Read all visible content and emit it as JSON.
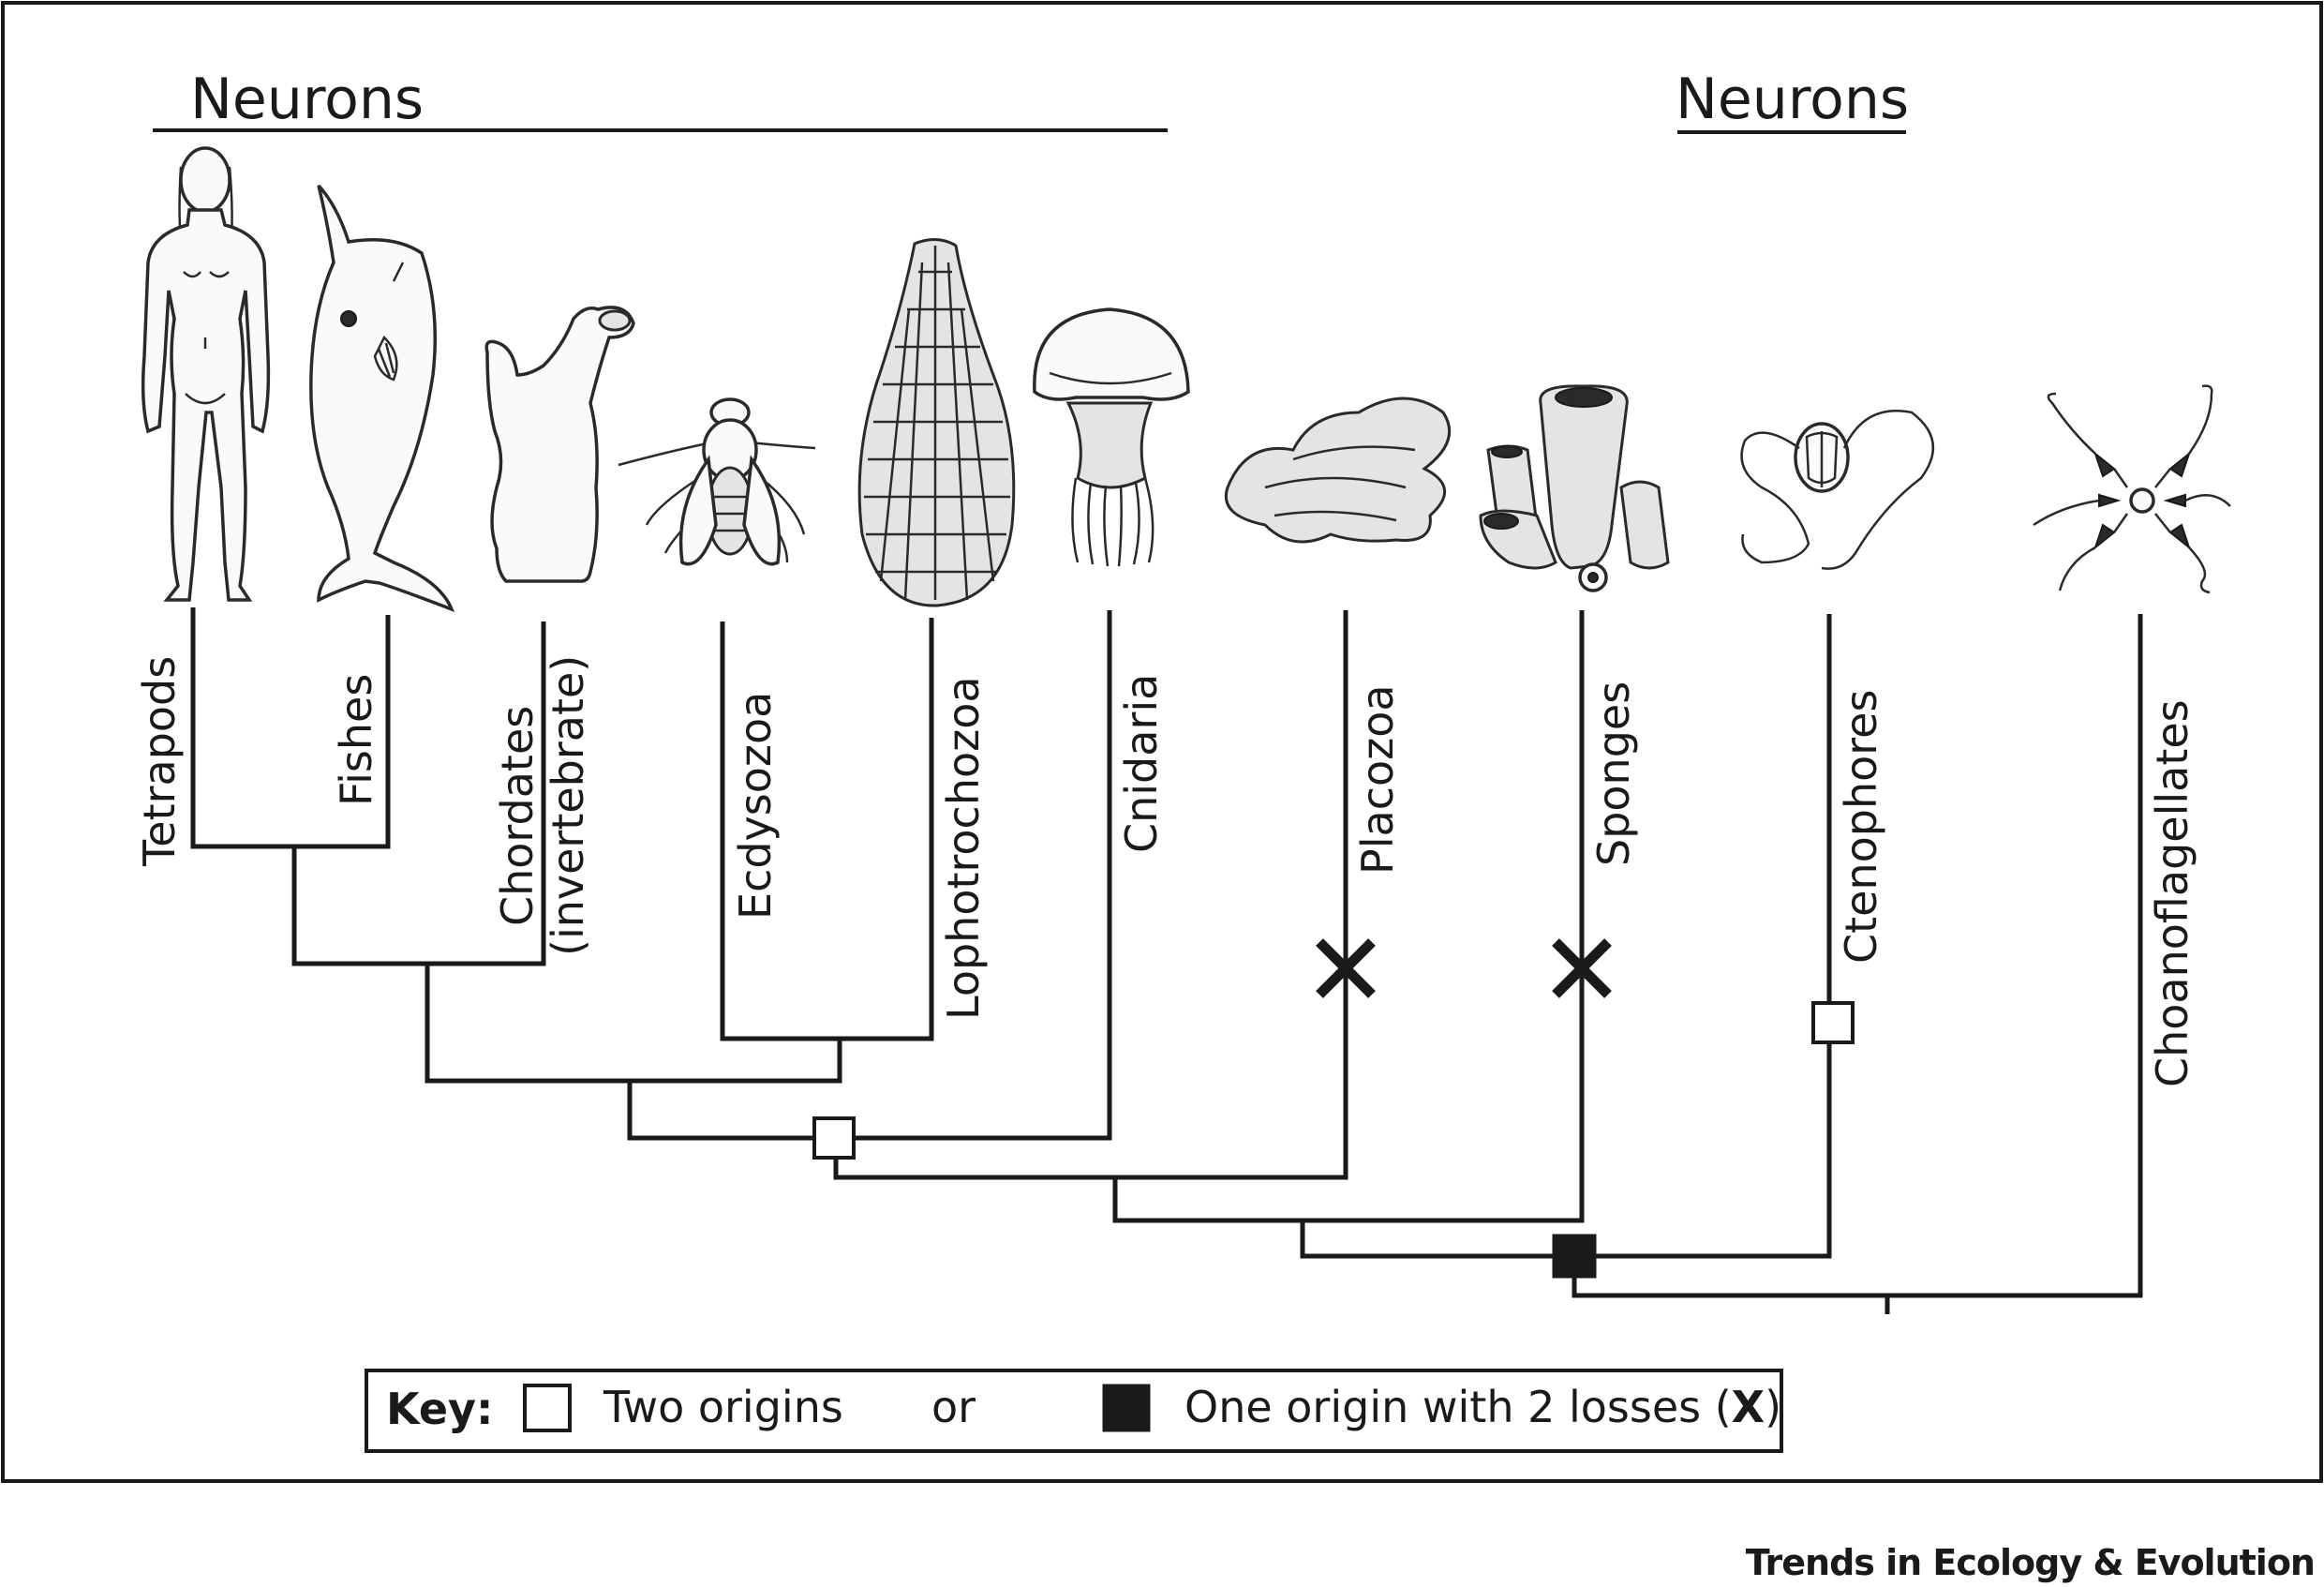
{
  "headers": {
    "left": "Neurons",
    "right": "Neurons"
  },
  "taxa": [
    {
      "label": "Tetrapods",
      "icon": "human-icon"
    },
    {
      "label": "Fishes",
      "icon": "fish-icon"
    },
    {
      "label": "Chordates",
      "label2": "(invertebrate)",
      "icon": "sea-squirt-icon"
    },
    {
      "label": "Ecdysozoa",
      "icon": "fly-icon"
    },
    {
      "label": "Lophotrochozoa",
      "icon": "bryozoan-icon"
    },
    {
      "label": "Cnidaria",
      "icon": "jellyfish-icon"
    },
    {
      "label": "Placozoa",
      "icon": "placozoan-icon"
    },
    {
      "label": "Sponges",
      "icon": "sponge-icon"
    },
    {
      "label": "Ctenophores",
      "icon": "ctenophore-icon"
    },
    {
      "label": "Choanoflagellates",
      "icon": "choanoflagellate-icon"
    }
  ],
  "markers": {
    "open_square": "two-origins",
    "filled_square": "one-origin",
    "cross": "loss"
  },
  "key": {
    "title": "Key:",
    "two_origins": "Two origins",
    "or": "or",
    "one_origin": "One origin with 2 losses (",
    "x": "X",
    "close": ")"
  },
  "footer": "Trends in Ecology & Evolution",
  "colors": {
    "line": "#1a1a1a",
    "background": "#ffffff"
  }
}
